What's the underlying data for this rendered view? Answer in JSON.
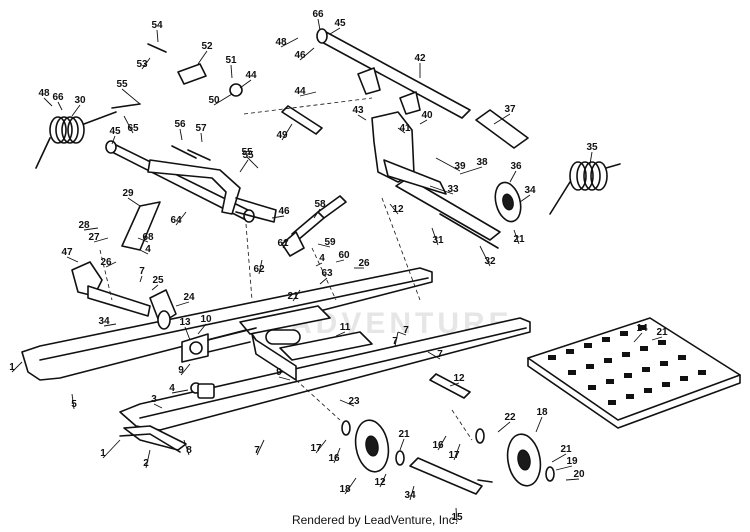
{
  "watermark": "ADVENTURE",
  "credit": "Rendered by LeadVenture, Inc.",
  "callouts": [
    "54",
    "53",
    "52",
    "51",
    "50",
    "44",
    "66",
    "45",
    "48",
    "46",
    "42",
    "55",
    "48",
    "66",
    "30",
    "65",
    "44",
    "43",
    "49",
    "37",
    "40",
    "41",
    "39",
    "38",
    "35",
    "36",
    "34",
    "21",
    "56",
    "57",
    "45",
    "55",
    "33",
    "32",
    "31",
    "29",
    "28",
    "27",
    "68",
    "4",
    "47",
    "26",
    "7",
    "25",
    "24",
    "64",
    "46",
    "58",
    "12",
    "55",
    "62",
    "61",
    "59",
    "60",
    "26",
    "4",
    "63",
    "21",
    "34",
    "13",
    "10",
    "11",
    "7",
    "7",
    "7",
    "9",
    "1",
    "5",
    "4",
    "3",
    "2",
    "1",
    "8",
    "7",
    "9",
    "23",
    "12",
    "17",
    "16",
    "18",
    "12",
    "21",
    "34",
    "16",
    "17",
    "18",
    "22",
    "21",
    "19",
    "20",
    "15",
    "14",
    "21"
  ]
}
